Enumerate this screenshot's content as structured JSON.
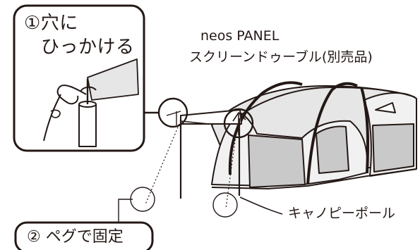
{
  "callout_top": {
    "line1": "①穴に",
    "line2": "ひっかける"
  },
  "product_label": {
    "line1": "neos PANEL",
    "line2": "スクリーンドゥーブル(別売品)"
  },
  "pole_label": "キャノピーポール",
  "callout_bottom": "② ペグで固定",
  "colors": {
    "line": "#231815",
    "screen_fill": "#c9c9c9",
    "tent_fill": "#f1f1f1",
    "roof_fill": "#e6e6e6",
    "background": "#ffffff"
  }
}
